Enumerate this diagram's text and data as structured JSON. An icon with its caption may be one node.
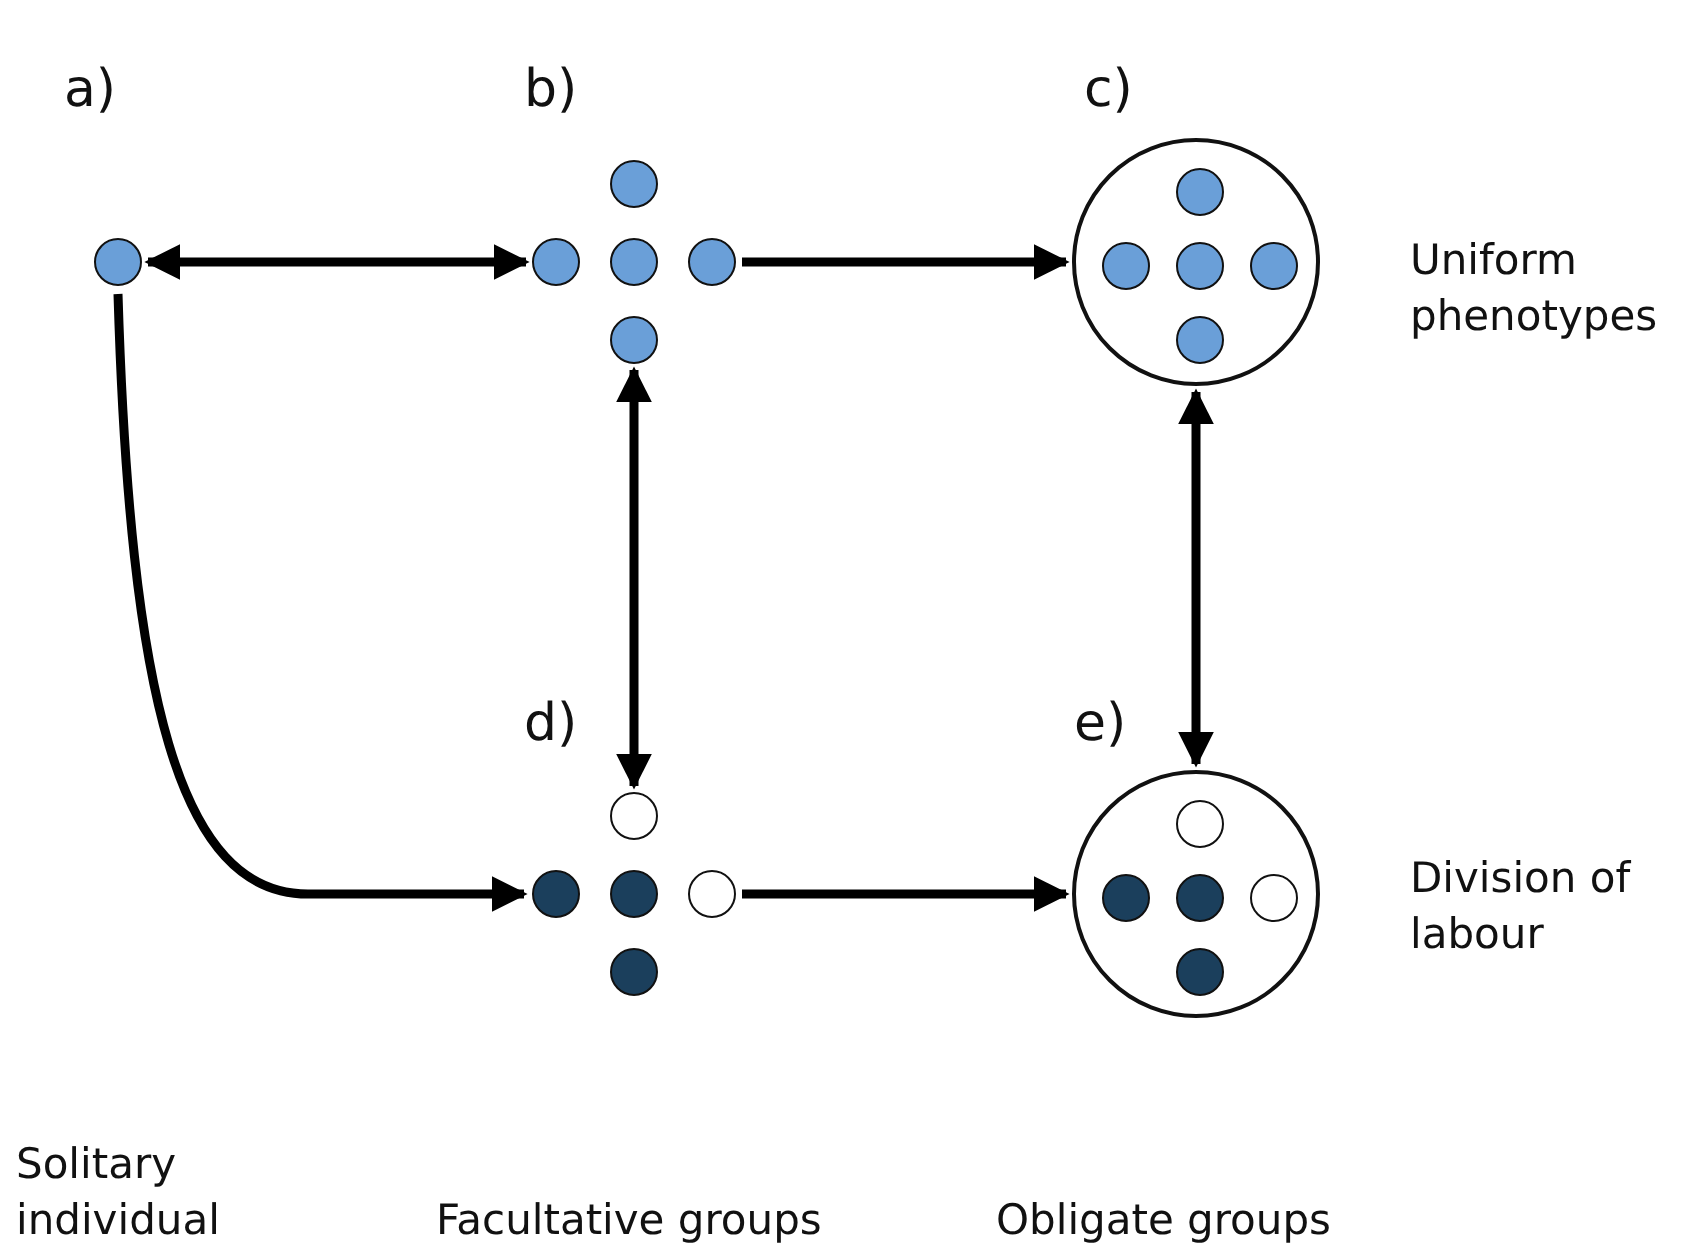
{
  "diagram": {
    "nodes": [
      {
        "text": [],
        "shape": "circle"
      },
      {
        "text": [],
        "shape": "circle"
      },
      {
        "text": [],
        "shape": "circle"
      },
      {
        "text": [],
        "shape": "circle"
      },
      {
        "text": [],
        "shape": "circle"
      },
      {
        "text": [],
        "shape": "circle"
      },
      {
        "text": [],
        "shape": "circle"
      },
      {
        "text": [],
        "shape": "circle",
        "in": 6
      },
      {
        "text": [],
        "shape": "circle",
        "in": 6
      },
      {
        "text": [],
        "shape": "circle",
        "in": 6
      },
      {
        "text": [],
        "shape": "circle",
        "in": 6
      },
      {
        "text": [],
        "shape": "circle",
        "in": 6
      },
      {
        "text": [],
        "shape": "circle"
      },
      {
        "text": [],
        "shape": "circle"
      },
      {
        "text": [],
        "shape": "circle"
      },
      {
        "text": [],
        "shape": "circle"
      },
      {
        "text": [],
        "shape": "circle"
      },
      {
        "text": [],
        "shape": "circle"
      },
      {
        "text": [],
        "shape": "circle",
        "in": 17
      },
      {
        "text": [],
        "shape": "circle",
        "in": 17
      },
      {
        "text": [],
        "shape": "circle",
        "in": 17
      },
      {
        "text": [],
        "shape": "circle",
        "in": 17
      },
      {
        "text": [],
        "shape": "circle",
        "in": 17
      }
    ],
    "edges": [
      {
        "from": 0,
        "to": 2,
        "arrow": "both"
      },
      {
        "from": 4,
        "to": 6,
        "arrow": "to"
      },
      {
        "from": 5,
        "to": 12,
        "arrow": "both"
      },
      {
        "from": 6,
        "to": 17,
        "arrow": "both"
      },
      {
        "from": 0,
        "to": 13,
        "arrow": "to"
      },
      {
        "from": 15,
        "to": 17,
        "arrow": "to"
      }
    ],
    "labels": [
      "a)",
      "b)",
      "c)",
      "Uniform phenotypes",
      "d)",
      "e)",
      "Division of labour",
      "Solitary individual",
      "Facultative groups",
      "Obligate groups"
    ]
  }
}
